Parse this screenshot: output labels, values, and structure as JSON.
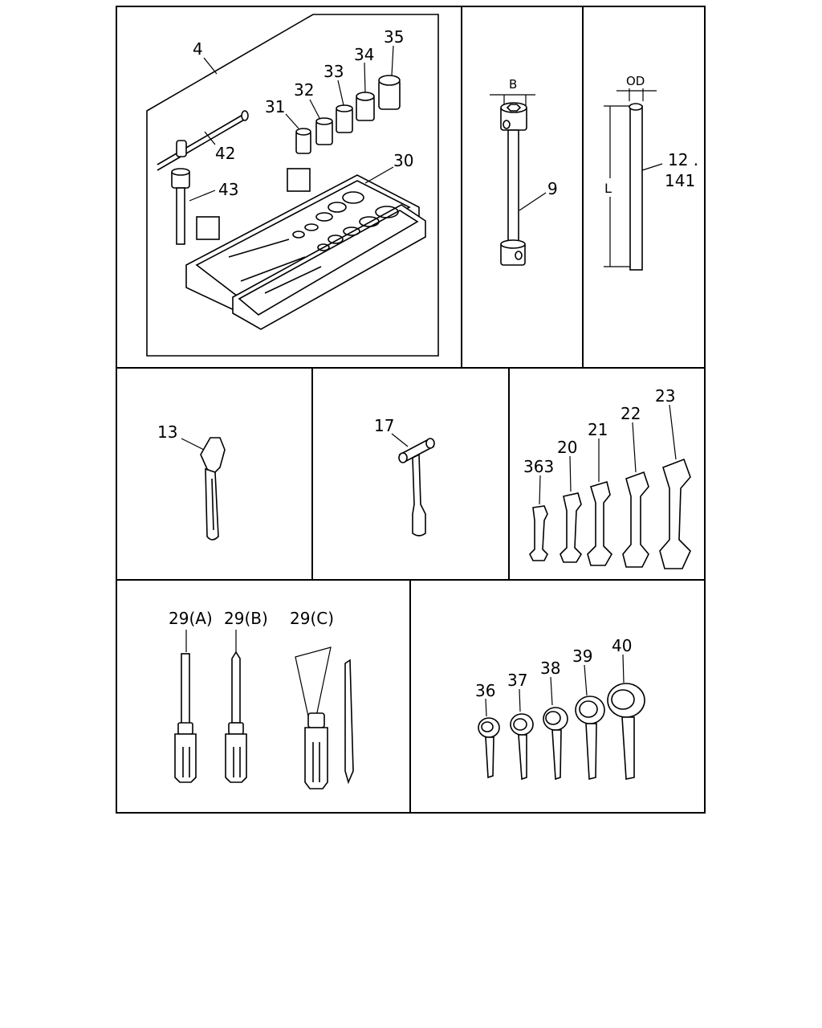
{
  "callouts": {
    "kit": "4",
    "socket_31": "31",
    "socket_32": "32",
    "socket_33": "33",
    "socket_34": "34",
    "socket_35": "35",
    "tbar_handle": "42",
    "extension_bar": "43",
    "case": "30",
    "box_wrench": "9",
    "rod_a": "12 .",
    "rod_b": "141",
    "adjustable_wrench": "13",
    "hammer": "17",
    "wrench_363": "363",
    "wrench_20": "20",
    "wrench_21": "21",
    "wrench_22": "22",
    "wrench_23": "23",
    "screwdriver_a": "29(A)",
    "screwdriver_b": "29(B)",
    "screwdriver_c": "29(C)",
    "ring_36": "36",
    "ring_37": "37",
    "ring_38": "38",
    "ring_39": "39",
    "ring_40": "40"
  },
  "dimensions": {
    "box_wrench_width": "B",
    "rod_diameter": "OD",
    "rod_length": "L"
  }
}
